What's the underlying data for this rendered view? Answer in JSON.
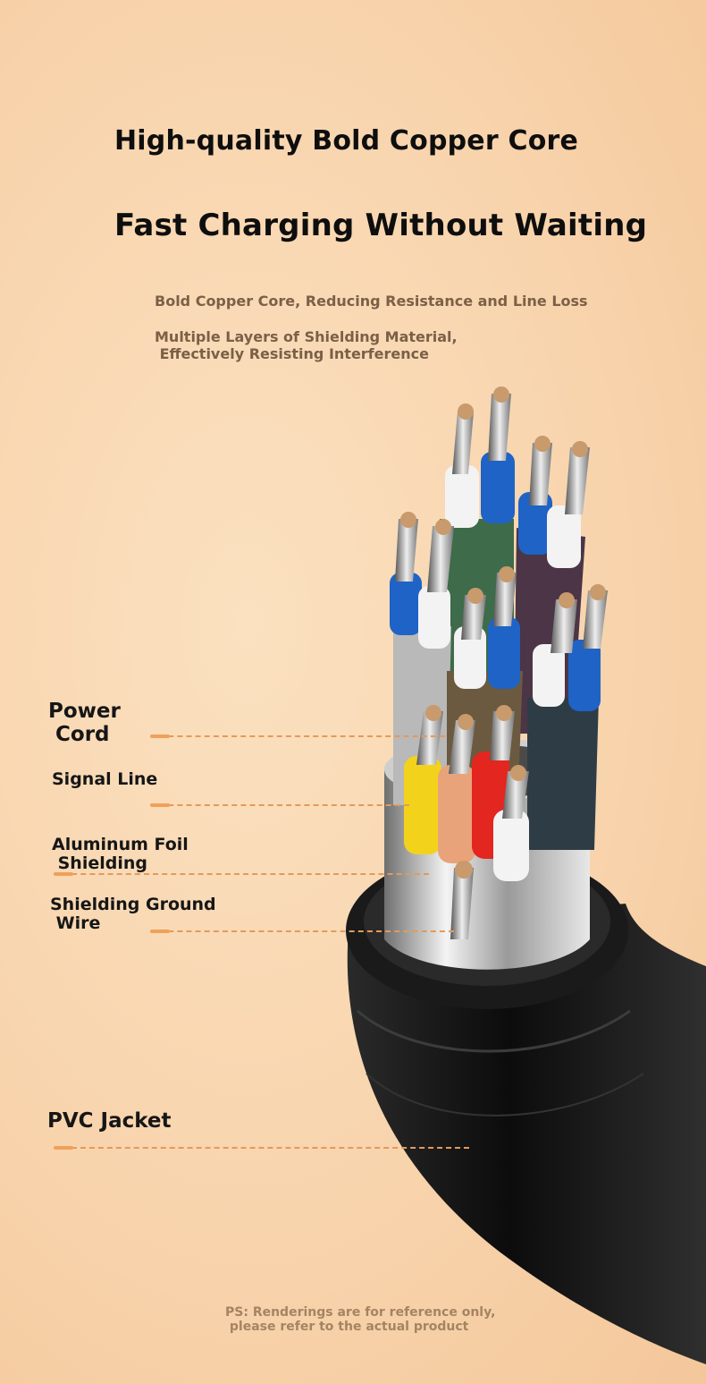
{
  "headline": {
    "line1": "High-quality Bold Copper Core",
    "line2": "Fast Charging Without Waiting"
  },
  "subtitles": {
    "line1": "Bold Copper Core, Reducing Resistance and Line Loss",
    "line2a": "Multiple Layers of Shielding Material,",
    "line2b": " Effectively Resisting Interference"
  },
  "labels": {
    "power_a": "Power",
    "power_b": " Cord",
    "signal": "Signal Line",
    "foil_a": "Aluminum Foil",
    "foil_b": " Shielding",
    "ground_a": "Shielding Ground",
    "ground_b": " Wire",
    "jacket": "PVC Jacket"
  },
  "note": {
    "line1": "PS: Renderings are for reference only,",
    "line2": " please refer to the actual product"
  },
  "colors": {
    "accent": "#e39a5b",
    "jacket": "#151515",
    "copper": "#c89a6c"
  }
}
